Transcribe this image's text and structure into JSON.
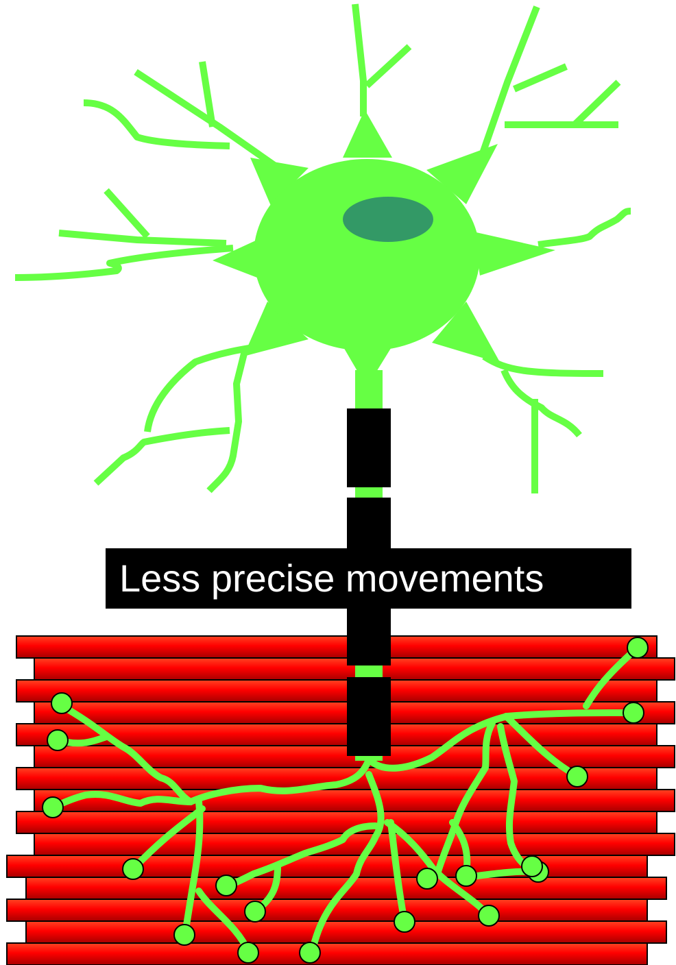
{
  "caption": "Less precise movements",
  "colors": {
    "neuron": "#66ff44",
    "nucleus": "#339966",
    "myelin": "#000000",
    "muscle_light": "#ff3300",
    "muscle_dark": "#cc0000",
    "label_bg": "#000000",
    "label_text": "#ffffff"
  },
  "icons": {
    "neuron_body": "neuron-cell-body",
    "muscle": "muscle-fiber-bundle",
    "terminal": "synaptic-terminal-bulb"
  }
}
